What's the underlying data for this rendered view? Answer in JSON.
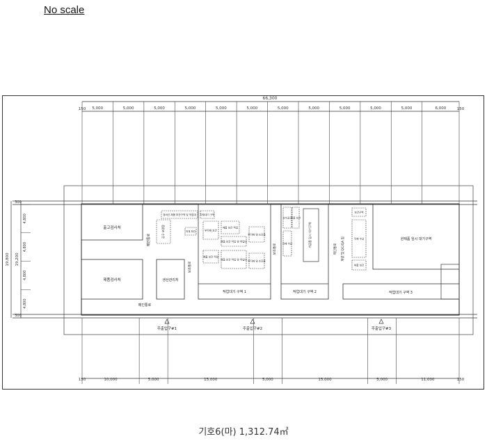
{
  "header": {
    "scale_note": "No scale"
  },
  "caption": "기호6(마) 1,312.74㎡",
  "dimensions": {
    "total_width": "66,300",
    "top_edge": "150",
    "top": [
      "5,000",
      "5,000",
      "5,000",
      "5,000",
      "5,000",
      "5,000",
      "5,000",
      "5,000",
      "5,000",
      "5,000",
      "5,000",
      "6,000"
    ],
    "bottom_edge": "150",
    "bottom": [
      "10,000",
      "5,000",
      "15,000",
      "5,000",
      "15,000",
      "5,000",
      "11,000"
    ],
    "side_total": "19,800",
    "side_inner": "19,200",
    "side": [
      "4,800",
      "4,800",
      "4,800",
      "4,800"
    ],
    "side_edge": "300"
  },
  "rooms": {
    "inspection_out": "출고검사처",
    "product_inspection": "제품검사처",
    "main_aisle_v": "메인통로",
    "production_mgmt": "생산관리처",
    "aux_aisle": "보조통로",
    "work_wait_1": "작업대기 구역 1",
    "aux_aisle_2": "보조통로",
    "temp_wait": "가공품 임시 대기구역",
    "work_wait_2": "작업대기 구역 2",
    "main_aisle_2": "메인통로",
    "qc_area": "계량 및 QC/QA 팀",
    "finished_wait": "완제품 임시 대기구역",
    "work_wait_3": "작업대기 구역 3",
    "main_aisle_h": "메인통로",
    "tool_shelf": "공구 보관함",
    "small_boxes": [
      "장비선 제품 보관구역 및 작업대",
      "자재대기 구역",
      "자재 보관",
      "부자재 보관",
      "제품 보관 작업",
      "제품 보관 작업 및 작업대",
      "부자재 및 소모품",
      "제품 보관 작업 및 작업대",
      "부자재 및 소모품"
    ],
    "right_small": [
      "보수공구",
      "자재 수납",
      "부품 보관",
      "보관구역"
    ]
  },
  "entrances": [
    "주출입구#1",
    "주출입구#2",
    "주출입구#3"
  ]
}
